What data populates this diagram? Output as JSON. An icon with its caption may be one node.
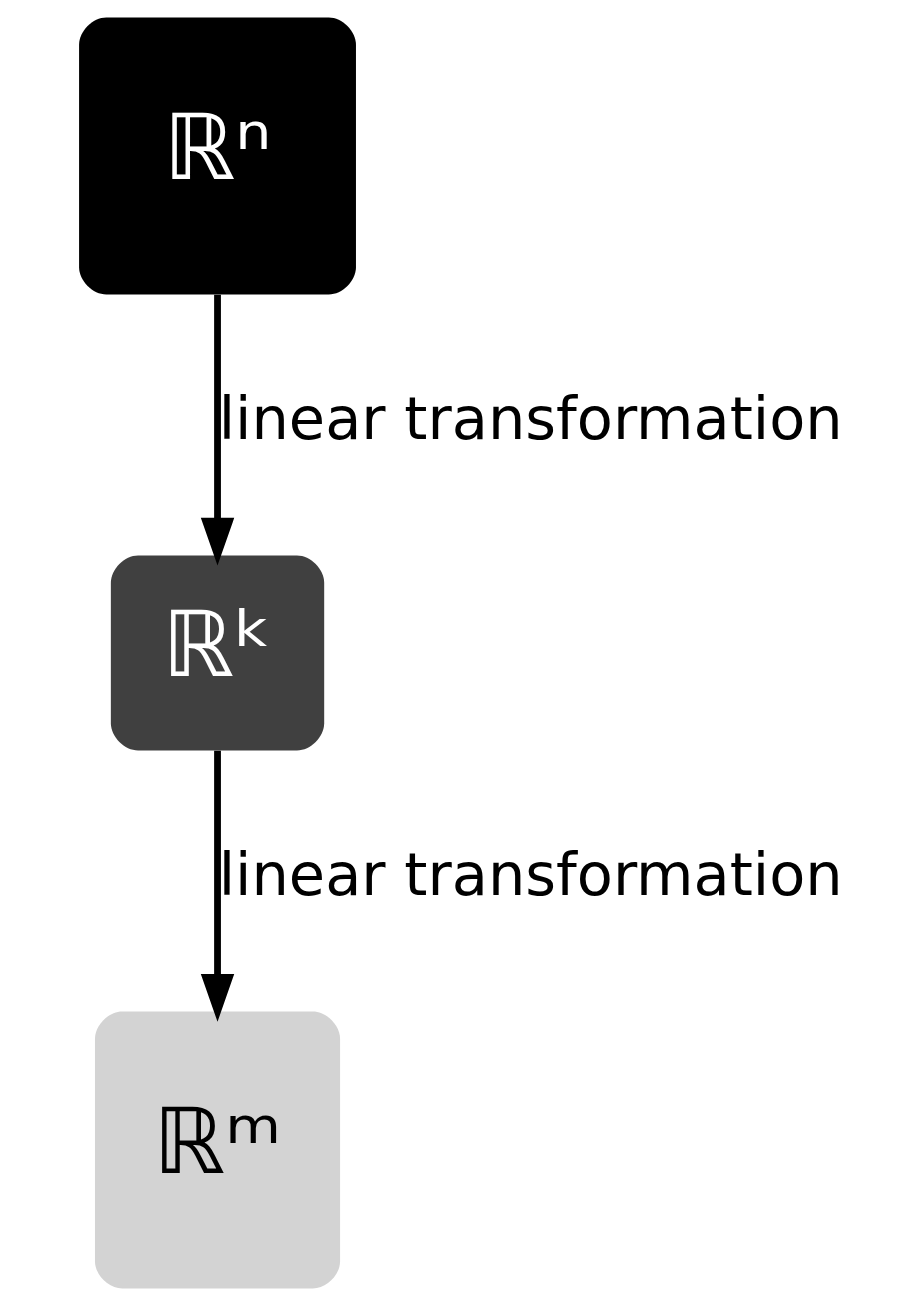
{
  "diagram": {
    "nodes": [
      {
        "text": [
          "ℝⁿ"
        ]
      },
      {
        "text": [
          "ℝᵏ"
        ]
      },
      {
        "text": [
          "ℝᵐ"
        ]
      }
    ],
    "edges": [
      {
        "from": 0,
        "to": 1,
        "arrow": "to",
        "label": "linear transformation"
      },
      {
        "from": 1,
        "to": 2,
        "arrow": "to",
        "label": "linear transformation"
      }
    ]
  }
}
